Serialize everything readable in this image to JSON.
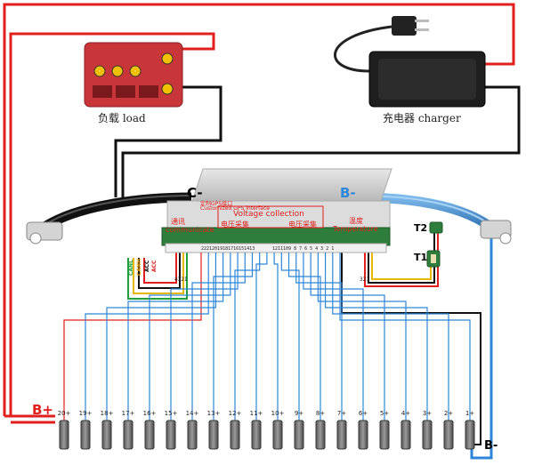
{
  "load": {
    "label": "负载 load"
  },
  "charger": {
    "label": "充电器 charger"
  },
  "terminals": {
    "c_minus": "C-",
    "b_minus": "B-",
    "b_minus_bottom": "B-",
    "b_plus": "B+"
  },
  "board": {
    "comm_cn": "通讯",
    "comm_en": "communicate",
    "voltage_en": "Voltage collection",
    "voltage_cn_1": "电压采集",
    "voltage_cn_2": "电压采集",
    "temp_cn": "温度",
    "temp_en": "Temperature",
    "port_note_cn": "定制GPS接口",
    "port_note_en": "Customized GPS interface",
    "pins_left": "22212019181716151413",
    "pins_right": "1211109 8 7 6 5 4 3 2 1",
    "pins_comm": "4321",
    "pins_temp": "321"
  },
  "wires": {
    "acc": "ACC",
    "acc2": "ACC",
    "canh": "CANH",
    "canl": "CANL"
  },
  "sensors": {
    "t1": "T1",
    "t2": "T2"
  },
  "cells": [
    "20+",
    "19+",
    "18+",
    "17+",
    "16+",
    "15+",
    "14+",
    "13+",
    "12+",
    "11+",
    "10+",
    "9+",
    "8+",
    "7+",
    "6+",
    "5+",
    "4+",
    "3+",
    "2+",
    "1+"
  ],
  "colors": {
    "red_wire": "#e0201c",
    "blue_wire": "#2d86d8",
    "black_wire": "#111111",
    "load_box": "#c9363a",
    "charger_box": "#1e1e1e"
  }
}
